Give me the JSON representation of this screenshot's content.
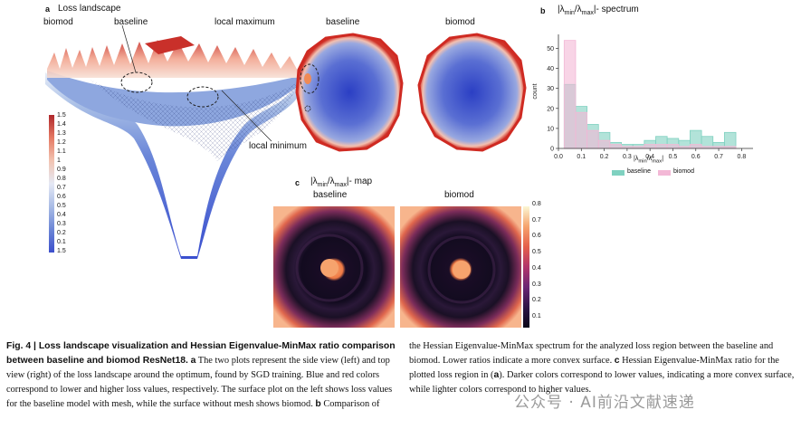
{
  "panel_a": {
    "letter": "a",
    "title": "Loss landscape",
    "label_biomod": "biomod",
    "label_baseline": "baseline",
    "label_local_max": "local maximum",
    "label_local_min": "local minimum",
    "top_view_baseline": "baseline",
    "top_view_biomod": "biomod",
    "colorbar_ticks": [
      "1.5",
      "1.4",
      "1.3",
      "1.2",
      "1.1",
      "1",
      "0.9",
      "0.8",
      "0.7",
      "0.6",
      "0.5",
      "0.4",
      "0.3",
      "0.2",
      "0.1",
      "1.5"
    ]
  },
  "panel_b": {
    "letter": "b",
    "title_prefix": "|λ",
    "title_sub1": "min",
    "title_mid": "/λ",
    "title_sub2": "max",
    "title_suffix": "|- spectrum",
    "xlabel_prefix": "|λ",
    "xlabel_sub1": "min",
    "xlabel_mid": "/λ",
    "xlabel_sub2": "max",
    "xlabel_suffix": "|",
    "ylabel": "count",
    "legend_baseline": "baseline",
    "legend_biomod": "biomod"
  },
  "panel_c": {
    "letter": "c",
    "title_prefix": "|λ",
    "title_sub1": "min",
    "title_mid": "/λ",
    "title_sub2": "max",
    "title_suffix": "|- map",
    "label_baseline": "baseline",
    "label_biomod": "biomod",
    "colorbar_ticks": [
      "0.8",
      "0.7",
      "0.6",
      "0.5",
      "0.4",
      "0.3",
      "0.2",
      "0.1"
    ]
  },
  "chart_data": {
    "type": "bar",
    "x": [
      0.05,
      0.1,
      0.15,
      0.2,
      0.25,
      0.3,
      0.35,
      0.4,
      0.45,
      0.5,
      0.55,
      0.6,
      0.65,
      0.7,
      0.75,
      0.8
    ],
    "series": [
      {
        "name": "baseline",
        "values": [
          32,
          21,
          12,
          8,
          3,
          2,
          2,
          4,
          6,
          5,
          4,
          9,
          6,
          3,
          8,
          0
        ]
      },
      {
        "name": "biomod",
        "values": [
          54,
          18,
          9,
          4,
          2,
          1,
          1,
          2,
          2,
          2,
          1,
          2,
          1,
          1,
          1,
          0
        ]
      }
    ],
    "xticks": [
      "0.0",
      "0.1",
      "0.2",
      "0.3",
      "0.4",
      "0.5",
      "0.6",
      "0.7",
      "0.8"
    ],
    "yticks": [
      "0",
      "10",
      "20",
      "30",
      "40",
      "50"
    ],
    "xlim": [
      0,
      0.85
    ],
    "ylim": [
      0,
      57
    ],
    "legend": "bottom",
    "colors": {
      "baseline": "#7fd1c0",
      "biomod": "#f3b8d6"
    }
  },
  "caption": {
    "fig_label": "Fig. 4 | Loss landscape visualization and Hessian Eigenvalue-MinMax ratio comparison between baseline and biomod ResNet18.",
    "a_letter": "a",
    "a_text": " The two plots represent the side view (left) and top view (right) of the loss landscape around the optimum, found by SGD training. Blue and red colors correspond to lower and higher loss values, respectively. The surface plot on the left shows loss values for the baseline model with mesh, while the surface without mesh shows biomod.",
    "b_letter": "b",
    "b_text": " Comparison of",
    "col2_a": "the Hessian Eigenvalue-MinMax spectrum for the analyzed loss region between the baseline and biomod. Lower ratios indicate a more convex surface.",
    "c_letter": "c",
    "col2_b": " Hessian Eigenvalue-MinMax ratio for the plotted loss region in (",
    "col2_b_a": "a",
    "col2_c": "). Darker colors correspond to lower values, indicating a more convex surface, while lighter colors correspond to higher values."
  },
  "watermark": "公众号 · AI前沿文献速递"
}
